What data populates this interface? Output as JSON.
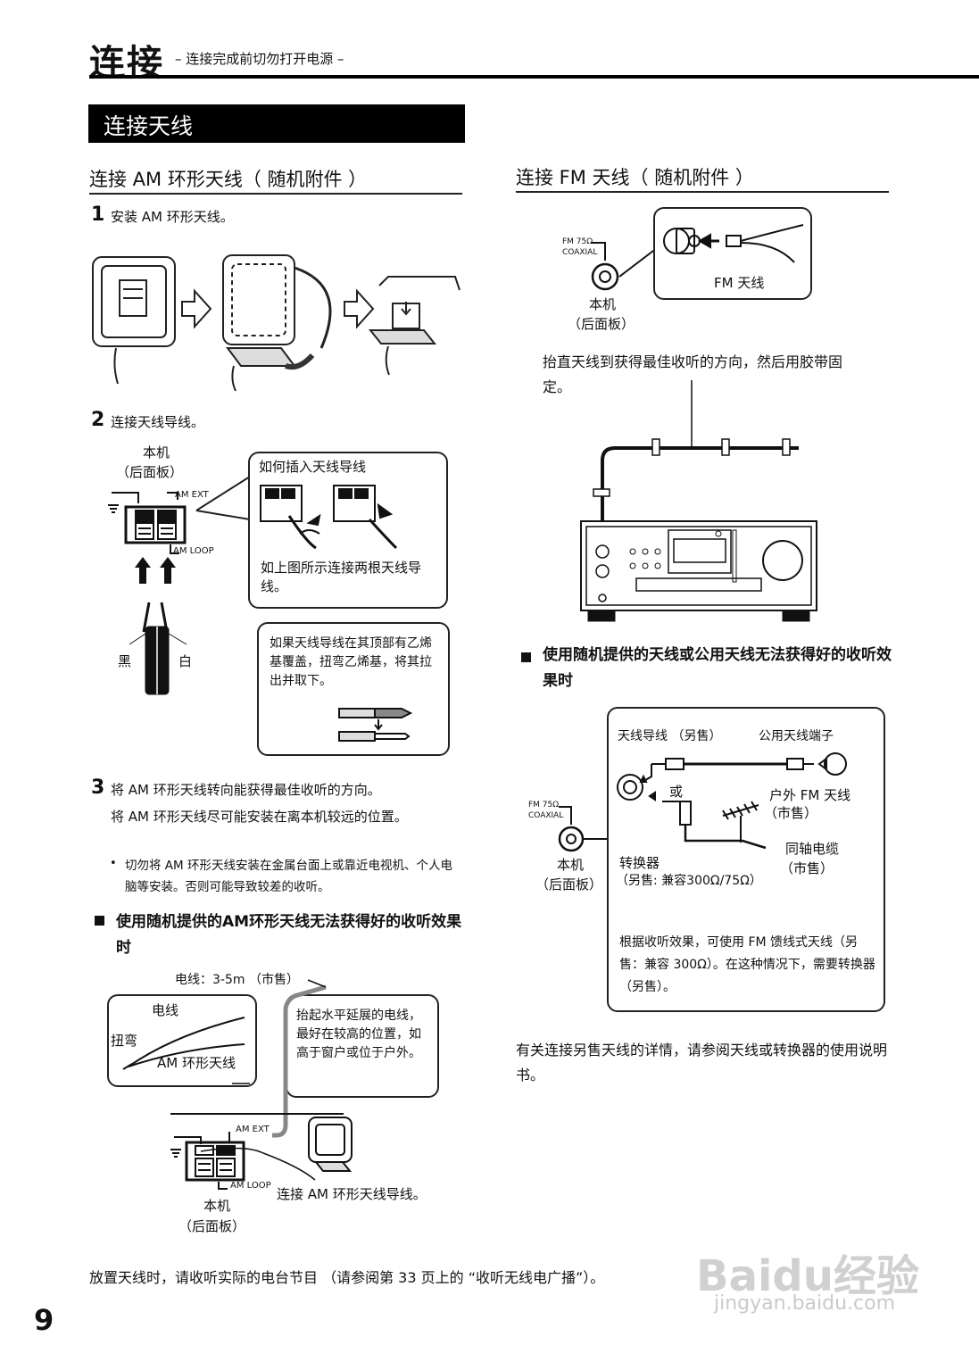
{
  "header": {
    "title": "连接",
    "subtitle": "– 连接完成前切勿打开电源 –"
  },
  "section_bar": "连接天线",
  "am": {
    "heading": "连接 AM 环形天线（ 随机附件 ）",
    "step1_num": "1",
    "step1_text": "安装 AM 环形天线。",
    "step2_num": "2",
    "step2_text": "连接天线导线。",
    "unit_label": "本机",
    "rear_label": "（后面板）",
    "am_ext": "AM EXT",
    "am_loop": "AM LOOP",
    "black": "黑",
    "white": "白",
    "howto_title": "如何插入天线导线",
    "howto_text": "如上图所示连接两根天线导线。",
    "vinyl_note": "如果天线导线在其顶部有乙烯基覆盖，扭弯乙烯基，将其拉出并取下。",
    "step3_num": "3",
    "step3_line1": "将 AM 环形天线转向能获得最佳收听的方向。",
    "step3_line2": "将 AM 环形天线尽可能安装在离本机较远的位置。",
    "step3_bullet": "切勿将 AM 环形天线安装在金属台面上或靠近电视机、个人电脑等安装。否则可能导致较差的收听。",
    "poor_heading": "使用随机提供的AM环形天线无法获得好的收听效果时",
    "wire_label": "电线：3-5m （市售）",
    "wire_word": "电线",
    "twist_word": "扭弯",
    "loop_word": "AM 环形天线",
    "raise_text": "抬起水平延展的电线，最好在较高的位置，如高于窗户或位于户外。",
    "connect_loop": "连接 AM 环形天线导线。"
  },
  "fm": {
    "heading": "连接 FM 天线（ 随机附件 ）",
    "coax_line1": "FM 75Ω",
    "coax_line2": "COAXIAL",
    "fm_antenna": "FM 天线",
    "unit_label": "本机",
    "rear_label": "（后面板）",
    "stretch_text": "抬直天线到获得最佳收听的方向，然后用胶带固定。",
    "poor_heading": "使用随机提供的天线或公用天线无法获得好的收听效果时",
    "lead_wire": "天线导线 （另售）",
    "public_terminal": "公用天线端子",
    "or_word": "或",
    "outdoor_fm": "户外 FM 天线",
    "sold1": "（市售）",
    "coax_cable": "同轴电缆",
    "sold2": "（市售）",
    "converter": "转换器",
    "converter_spec": "（另售: 兼容300Ω/75Ω）",
    "feeder_text": "根据收听效果，可使用 FM 馈线式天线（另售：兼容 300Ω）。在这种情况下，需要转换器 （另售）。",
    "details_text": "有关连接另售天线的详情，请参阅天线或转换器的使用说明书。"
  },
  "footer": {
    "note": "放置天线时，请收听实际的电台节目 （请参阅第 33 页上的 “收听无线电广播”）。",
    "page_number": "9",
    "watermark_main": "Baidu经验",
    "watermark_url": "jingyan.baidu.com"
  }
}
